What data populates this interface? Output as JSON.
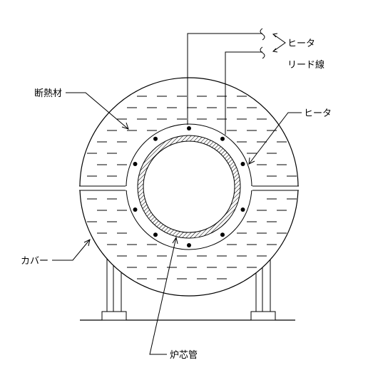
{
  "labels": {
    "heater_lead_top": "ヒータ",
    "heater_lead_bottom": "リード線",
    "insulation": "断熱材",
    "heater": "ヒータ",
    "cover": "カバー",
    "furnace_tube": "炉芯管"
  },
  "colors": {
    "line": "#000000",
    "background": "#ffffff"
  }
}
